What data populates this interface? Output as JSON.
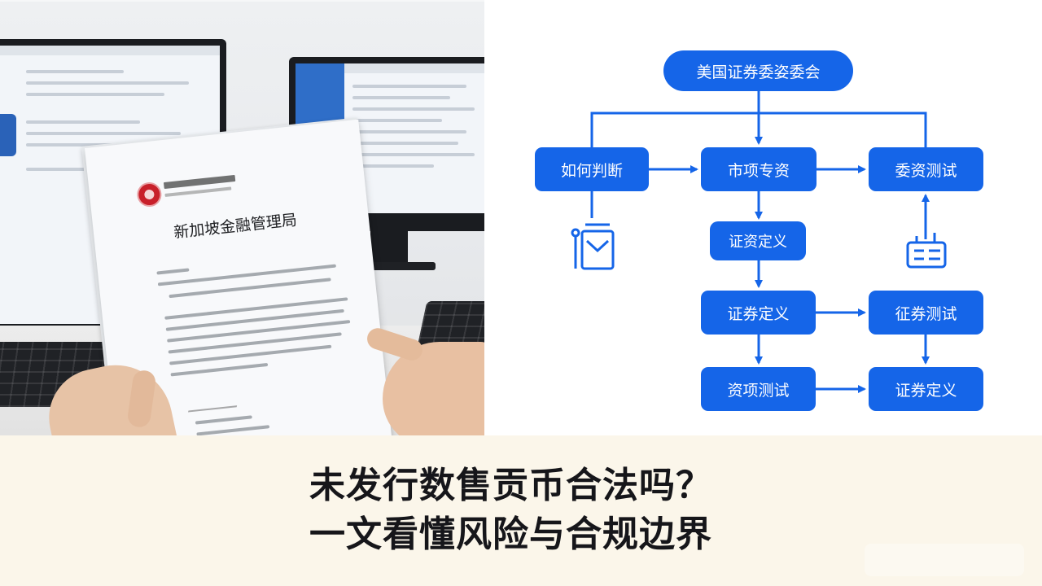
{
  "photo": {
    "document_title": "新加坡金融管理局"
  },
  "flowchart": {
    "top": "美国证券委姿委会",
    "row1": {
      "left": "如何判断",
      "center": "市项专资",
      "right": "委资测试"
    },
    "center_column": [
      "证资定义",
      "证券定义",
      "资项测试"
    ],
    "right_column": [
      "征券测试",
      "证券定义"
    ],
    "icons": [
      "document-box-icon",
      "server-rack-icon"
    ],
    "color": "#1565e8"
  },
  "headline": {
    "line1": "未发行数售贡币合法吗？",
    "line2": "一文看懂风险与合规边界"
  },
  "colors": {
    "band_background": "#fbf6ea",
    "headline_text": "#16161a"
  }
}
